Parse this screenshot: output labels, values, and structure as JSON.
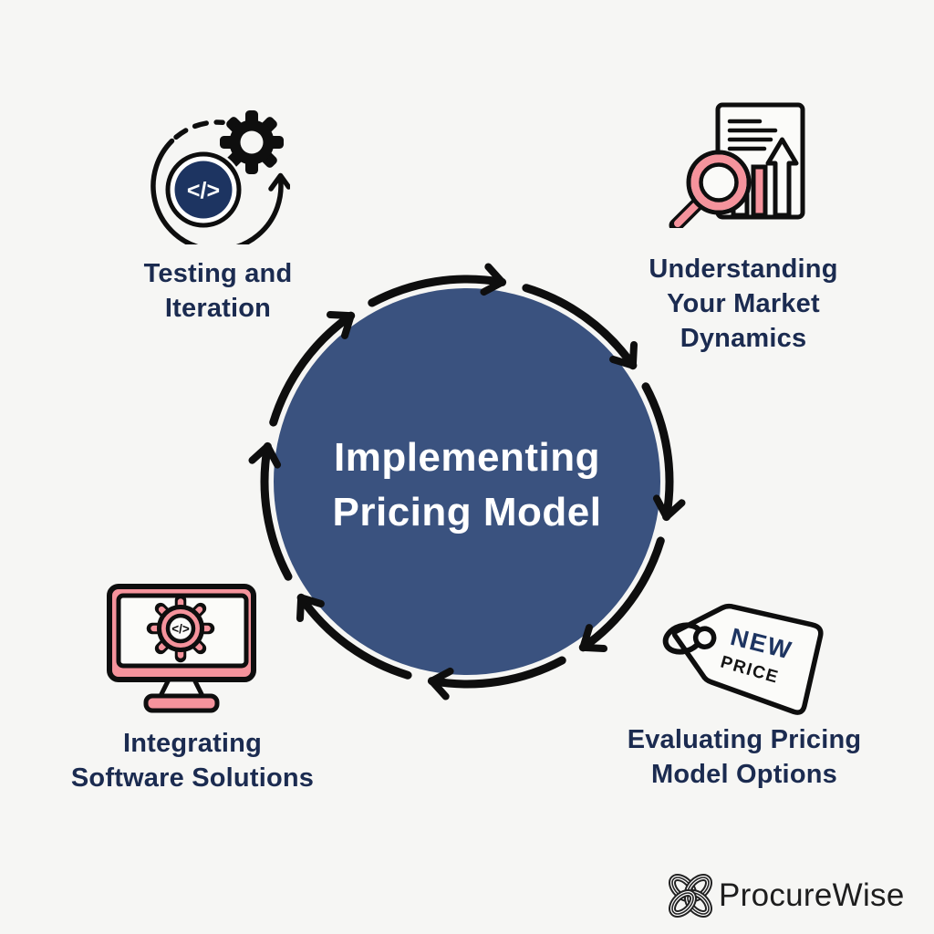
{
  "center": {
    "line1": "Implementing",
    "line2": "Pricing Model"
  },
  "steps": [
    {
      "id": "testing-and-iteration",
      "line1": "Testing and",
      "line2": "Iteration",
      "icon": "code-iteration-icon"
    },
    {
      "id": "understanding-market",
      "line1": "Understanding",
      "line2": "Your Market",
      "line3": "Dynamics",
      "icon": "market-analysis-icon"
    },
    {
      "id": "integrating-software",
      "line1": "Integrating",
      "line2": "Software Solutions",
      "icon": "software-monitor-icon"
    },
    {
      "id": "evaluating-pricing-options",
      "line1": "Evaluating Pricing",
      "line2": "Model Options",
      "icon": "new-price-tag-icon"
    }
  ],
  "tag": {
    "word1": "NEW",
    "word2": "PRICE"
  },
  "code": {
    "glyph": "</>"
  },
  "brand": {
    "name": "ProcureWise"
  },
  "colors": {
    "background": "#F6F6F4",
    "cycle_circle": "#3A527F",
    "label_navy": "#1B2B50",
    "accent_navy": "#1D3461",
    "pink": "#F5939C",
    "ink": "#0E0E0E"
  }
}
